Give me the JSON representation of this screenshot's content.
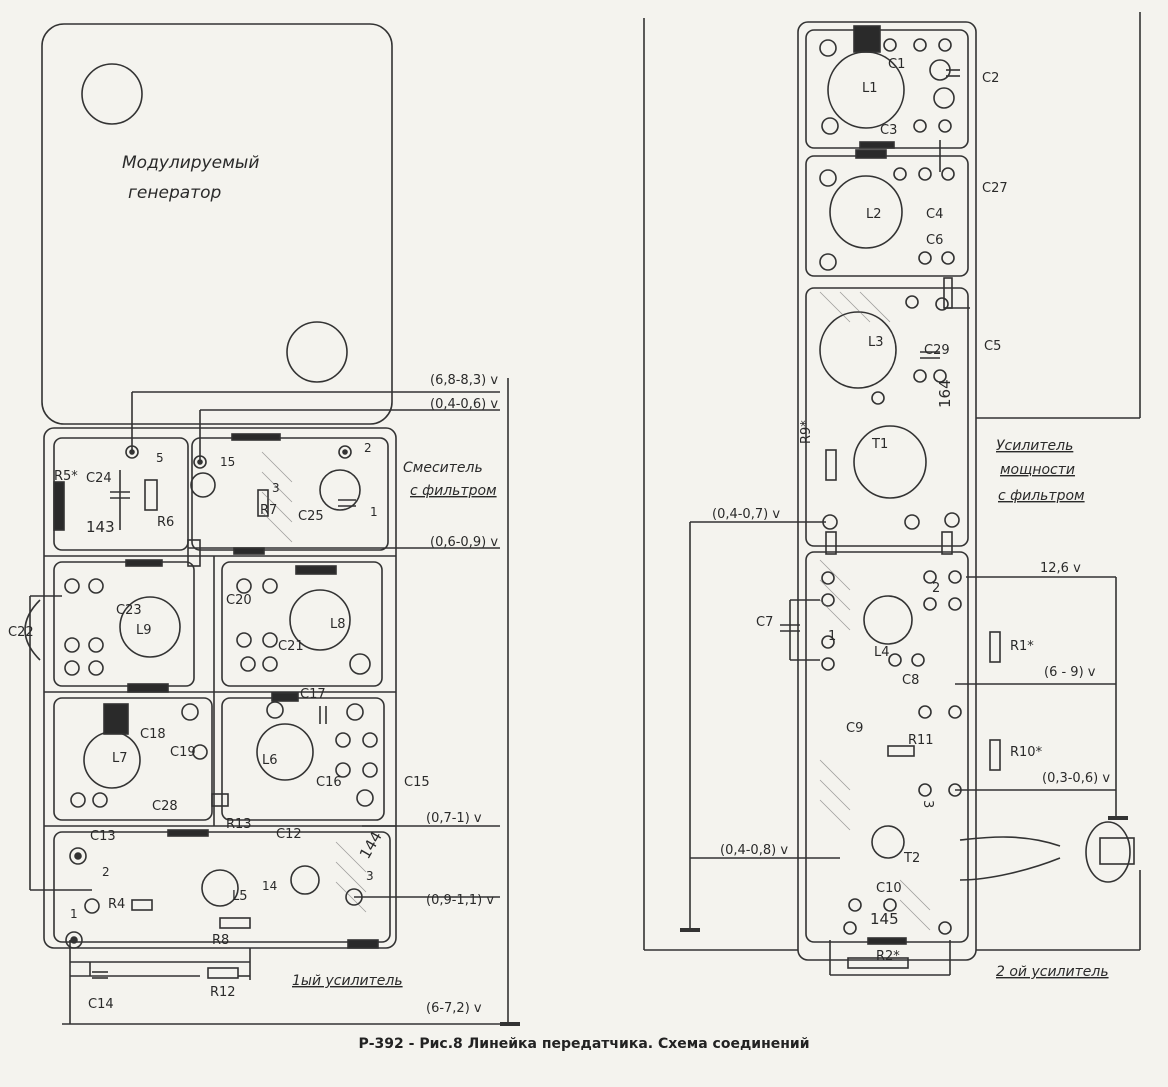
{
  "caption": "Р-392 - Рис.8 Линейка передатчика. Схема соединений",
  "left_board": {
    "title_line1": "Модулируемый",
    "title_line2": "генератор",
    "block_mixer": [
      "Смеситель",
      "с фильтром"
    ],
    "block_amp1": "1ый усилитель",
    "boards": [
      "143",
      "144"
    ],
    "terminals": [
      "5",
      "15",
      "2",
      "3",
      "1",
      "2",
      "14",
      "3",
      "1"
    ],
    "components": [
      "R5*",
      "C24",
      "R6",
      "R7",
      "C25",
      "C22",
      "C23",
      "L9",
      "C20",
      "L8",
      "C21",
      "C18",
      "L7",
      "C19",
      "C28",
      "C17",
      "L6",
      "C16",
      "C15",
      "C13",
      "R13",
      "C12",
      "L5",
      "R4",
      "R8",
      "C14",
      "R12"
    ],
    "voltages": [
      "(6,8-8,3) v",
      "(0,4-0,6) v",
      "(0,6-0,9) v",
      "(0,7-1) v",
      "(0,9-1,1) v",
      "(6-7,2) v"
    ]
  },
  "right_board": {
    "block_power_amp": [
      "Усилитель",
      "мощности",
      "с фильтром"
    ],
    "block_amp2": "2 ой усилитель",
    "boards": [
      "164",
      "145"
    ],
    "terminals": [
      "2",
      "1",
      "3"
    ],
    "components": [
      "C1",
      "L1",
      "C2",
      "C3",
      "L2",
      "C4",
      "C27",
      "C6",
      "L3",
      "C29",
      "C5",
      "R9*",
      "T1",
      "C7",
      "L4",
      "C8",
      "R1*",
      "C9",
      "R11",
      "R10*",
      "T2",
      "C10",
      "R2*"
    ],
    "voltages": [
      "(0,4-0,7) v",
      "12,6 v",
      "(6 - 9) v",
      "(0,3-0,6) v",
      "(0,4-0,8) v"
    ]
  }
}
